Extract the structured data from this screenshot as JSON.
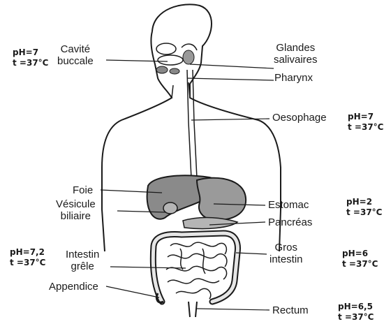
{
  "labels": {
    "cavite": [
      "Cavité",
      "buccale"
    ],
    "glandes": [
      "Glandes",
      "salivaires"
    ],
    "pharynx": "Pharynx",
    "oesophage": "Oesophage",
    "foie": "Foie",
    "vesicule": [
      "Vésicule",
      "biliaire"
    ],
    "estomac": "Estomac",
    "pancreas": "Pancréas",
    "gros_intestin": [
      "Gros",
      "intestin"
    ],
    "intestin_grele": [
      "Intestin",
      "grêle"
    ],
    "appendice": "Appendice",
    "rectum": "Rectum"
  },
  "ph_boxes": {
    "bouche": {
      "ph": "pH=7",
      "t": "t =37°C"
    },
    "oesophage": {
      "ph": "pH=7",
      "t": "t =37°C"
    },
    "estomac": {
      "ph": "pH=2",
      "t": "t =37°C"
    },
    "intestin_grele": {
      "ph": "pH=7,2",
      "t": "t =37°C"
    },
    "gros_intestin": {
      "ph": "pH=6",
      "t": "t =37°C"
    },
    "rectum": {
      "ph": "pH=6,5",
      "t": "t =37°C"
    }
  },
  "colors": {
    "ink": "#1a1a1a",
    "organ_fill": "#8a8a8a",
    "organ_light": "#b5b5b5"
  }
}
